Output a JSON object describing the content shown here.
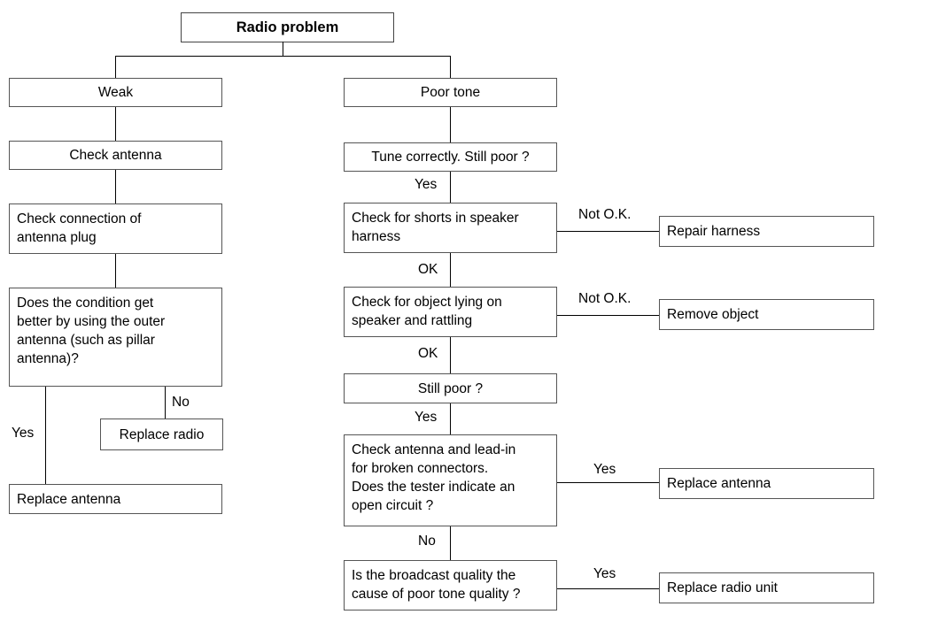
{
  "diagram": {
    "title": "Radio problem",
    "nodes": {
      "root": "Radio problem",
      "weak": "Weak",
      "poor_tone": "Poor tone",
      "check_antenna": "Check antenna",
      "check_connection": "Check connection of\nantenna plug",
      "outer_antenna": "Does the condition get\nbetter by using the outer\nantenna (such as pillar\nantenna)?",
      "replace_radio": "Replace radio",
      "replace_antenna_left": "Replace antenna",
      "tune_correctly": "Tune correctly. Still poor ?",
      "check_shorts": "Check for shorts in speaker\nharness",
      "repair_harness": "Repair harness",
      "check_object": "Check for object lying on\nspeaker and rattling",
      "remove_object": "Remove object",
      "still_poor": "Still poor ?",
      "check_lead_in": "Check antenna and lead-in\nfor broken connectors.\nDoes the tester indicate an\nopen circuit ?",
      "replace_antenna_right": "Replace antenna",
      "broadcast_quality": "Is the broadcast quality the\ncause of poor tone quality ?",
      "replace_radio_unit": "Replace radio unit"
    },
    "edge_labels": {
      "outer_antenna_yes": "Yes",
      "outer_antenna_no": "No",
      "tune_yes": "Yes",
      "shorts_not_ok": "Not O.K.",
      "shorts_ok": "OK",
      "object_not_ok": "Not O.K.",
      "object_ok": "OK",
      "still_poor_yes": "Yes",
      "lead_in_yes": "Yes",
      "lead_in_no": "No",
      "broadcast_yes": "Yes"
    },
    "colors": {
      "background": "#ffffff",
      "box_border": "#555555",
      "line": "#000000",
      "text": "#000000"
    }
  }
}
